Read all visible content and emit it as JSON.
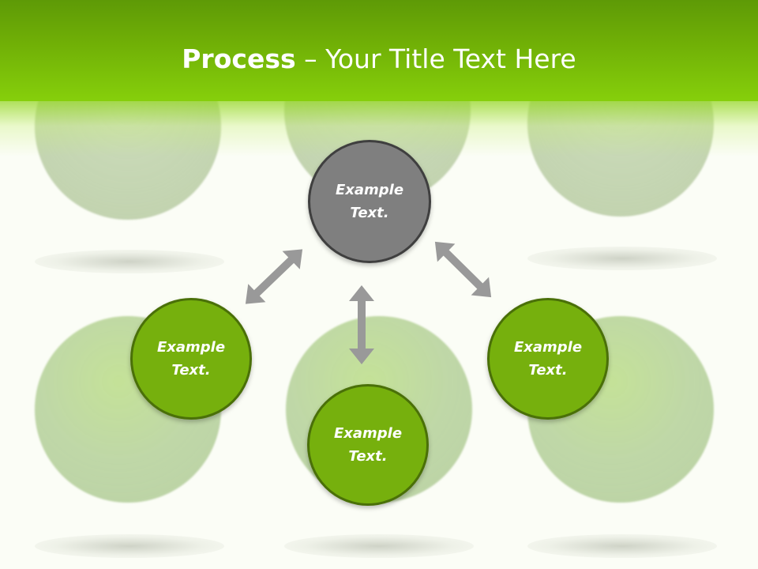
{
  "header": {
    "title_bold": "Process",
    "title_rest": " – Your Title Text Here"
  },
  "nodes": {
    "top": "Example Text.",
    "left": "Example Text.",
    "bottom": "Example Text.",
    "right": "Example Text."
  },
  "colors": {
    "header_green": "#86cf0b",
    "node_green": "#76b00d",
    "node_gray": "#7f7f7f",
    "arrow_gray": "#999999"
  }
}
